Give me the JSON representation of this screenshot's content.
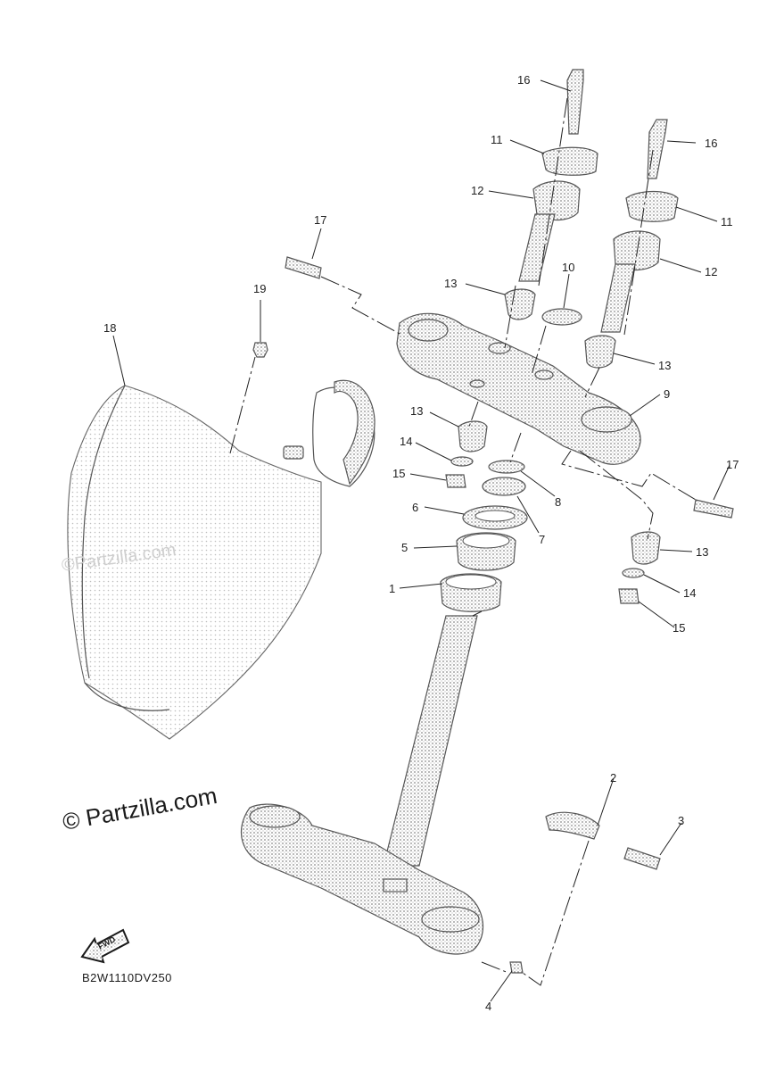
{
  "diagram": {
    "callouts": [
      "16",
      "11",
      "12",
      "16",
      "11",
      "12",
      "17",
      "10",
      "13",
      "13",
      "19",
      "18",
      "9",
      "13",
      "14",
      "15",
      "8",
      "6",
      "7",
      "17",
      "5",
      "13",
      "1",
      "14",
      "15",
      "2",
      "3",
      "4"
    ],
    "watermark": "© Partzilla.com",
    "watermark_faint": "©Partzilla.com",
    "fwd_label": "FWD",
    "diagram_code": "B2W1110DV250"
  }
}
